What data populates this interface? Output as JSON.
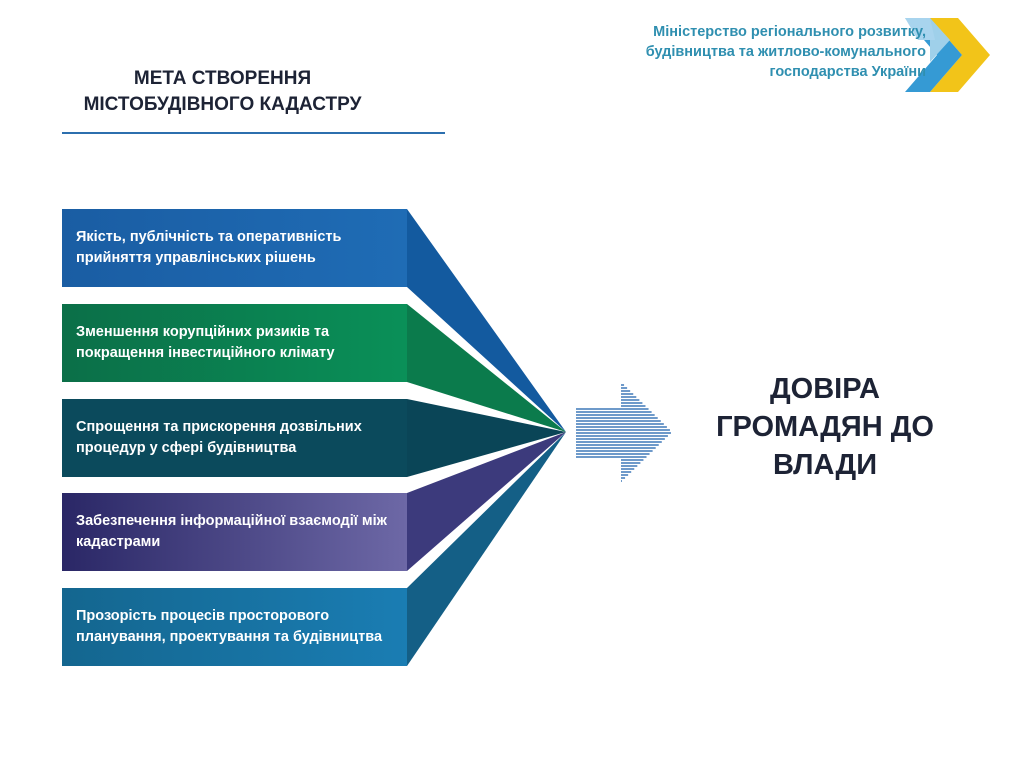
{
  "header": {
    "title_line1": "МЕТА СТВОРЕННЯ",
    "title_line2": "МІСТОБУДІВНОГО КАДАСТРУ"
  },
  "ministry": {
    "line1": "Міністерство  регіонального  розвитку,",
    "line2": "будівництва та житлово-комунального",
    "line3": "господарства України"
  },
  "goals": [
    {
      "text": "Якість, публічність та оперативність прийняття управлінських рішень",
      "color": "#1c64ad"
    },
    {
      "text": "Зменшення корупційних ризиків та покращення інвестиційного клімату",
      "color": "#0a8454"
    },
    {
      "text": "Спрощення та прискорення дозвільних процедур у сфері будівництва",
      "color": "#0b4a5c"
    },
    {
      "text": "Забезпечення інформаційної взаємодії між кадастрами",
      "color": "#3d3a7e"
    },
    {
      "text": "Прозорість процесів просторового планування, проектування та будівництва",
      "color": "#17709f"
    }
  ],
  "result": {
    "line1": "ДОВІРА",
    "line2": "ГРОМАДЯН ДО",
    "line3": "ВЛАДИ"
  }
}
